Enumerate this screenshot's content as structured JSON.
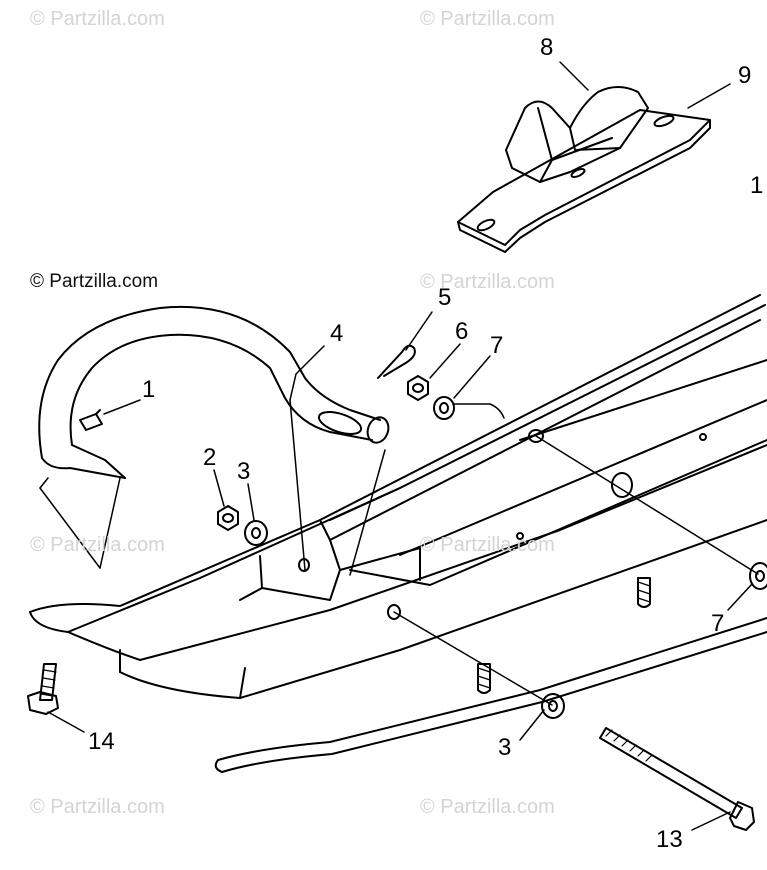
{
  "watermark": "© Partzilla.com",
  "copyright": "© Partzilla.com",
  "callouts": [
    "1",
    "2",
    "3",
    "4",
    "5",
    "6",
    "7",
    "8",
    "9",
    "1",
    "7",
    "3",
    "13",
    "14"
  ]
}
